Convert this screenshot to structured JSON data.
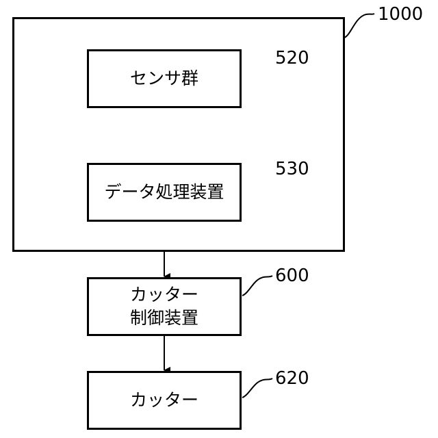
{
  "system": {
    "ref": "1000"
  },
  "blocks": [
    {
      "id": "sensor-group",
      "lines": [
        "センサ群"
      ],
      "ref": "520"
    },
    {
      "id": "data-processing-device",
      "lines": [
        "データ処理装置"
      ],
      "ref": "530"
    },
    {
      "id": "cutter-control-device",
      "lines": [
        "カッター",
        "制御装置"
      ],
      "ref": "600"
    },
    {
      "id": "cutter",
      "lines": [
        "カッター"
      ],
      "ref": "620"
    }
  ]
}
